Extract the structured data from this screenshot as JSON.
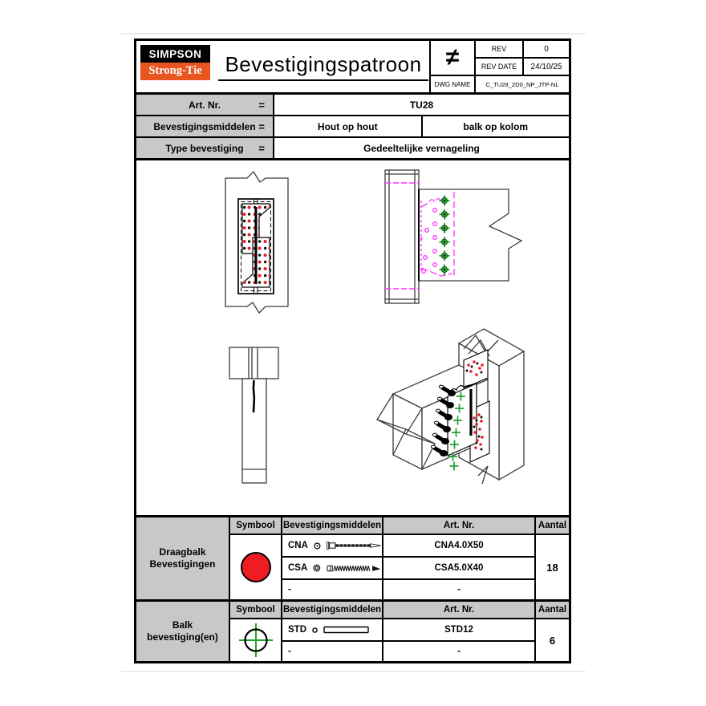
{
  "header": {
    "logo": {
      "line1": "SIMPSON",
      "line2": "Strong-Tie"
    },
    "title": "Bevestigingspatroon",
    "symbol": "≠",
    "rev_label": "REV",
    "rev_value": "0",
    "rev_date_label": "REV DATE",
    "rev_date_value": "24/10/25",
    "dwg_name_label": "DWG NAME",
    "dwg_name_value": "C_TU28_2D0_NP_JTP-NL"
  },
  "info_rows": [
    {
      "label": "Art. Nr.",
      "eq": "=",
      "value": "TU28"
    },
    {
      "label": "Bevestigingsmiddelen",
      "eq": "=",
      "value1": "Hout op hout",
      "value2": "balk op kolom"
    },
    {
      "label": "Type bevestiging",
      "eq": "=",
      "value": "Gedeeltelijke vernageling"
    }
  ],
  "fastener_tables": [
    {
      "group_label": "Draagbalk Bevestigingen",
      "headers": [
        "Symbool",
        "Bevestigingsmiddelen",
        "Art. Nr.",
        "Aantal"
      ],
      "symbol": "red-filled-circle",
      "rows": [
        {
          "code": "CNA",
          "icon": "ring-nail-icon",
          "art_nr": "CNA4.0X50"
        },
        {
          "code": "CSA",
          "icon": "screw-icon",
          "art_nr": "CSA5.0X40"
        },
        {
          "code": "-",
          "icon": "",
          "art_nr": "-"
        }
      ],
      "aantal": "18"
    },
    {
      "group_label": "Balk bevestiging(en)",
      "headers": [
        "Symbool",
        "Bevestigingsmiddelen",
        "Art. Nr.",
        "Aantal"
      ],
      "symbol": "green-crosshair-circle",
      "rows": [
        {
          "code": "STD",
          "icon": "dowel-icon",
          "art_nr": "STD12"
        },
        {
          "code": "-",
          "icon": "",
          "art_nr": "-"
        }
      ],
      "aantal": "6"
    }
  ],
  "colors": {
    "logo_orange": "#e8551e",
    "symbol_red": "#ee1c23",
    "symbol_green": "#22a12c",
    "nail_red": "#ee1c23",
    "hidden_magenta": "#ff33ff",
    "table_gray": "#c8c8c8"
  }
}
